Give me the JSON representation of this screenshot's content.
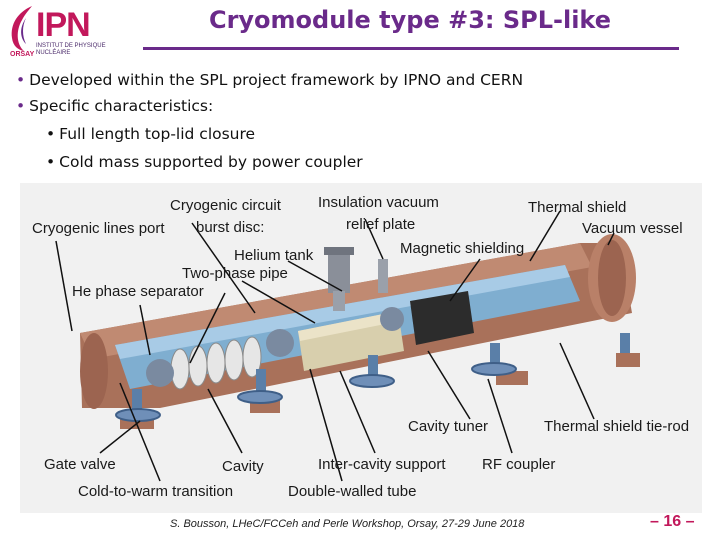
{
  "logo": {
    "name": "IPN",
    "subtitle": "INSTITUT DE PHYSIQUE NUCLÉAIRE",
    "city": "ORSAY"
  },
  "slide": {
    "title": "Cryomodule type #3: SPL-like",
    "bullets": [
      "Developed within the SPL project framework by IPNO and CERN",
      "Specific characteristics:"
    ],
    "sub_bullets": [
      "Full length top-lid closure",
      "Cold mass supported by power coupler"
    ],
    "bullet_marker": "•"
  },
  "diagram": {
    "labels": {
      "cryogenic_circuit": "Cryogenic circuit",
      "burst_disc": "burst disc:",
      "cryogenic_lines_port": "Cryogenic lines port",
      "insulation_vacuum": "Insulation vacuum",
      "relief_plate": "relief plate",
      "thermal_shield": "Thermal shield",
      "vacuum_vessel": "Vacuum vessel",
      "helium_tank": "Helium tank",
      "magnetic_shielding": "Magnetic shielding",
      "two_phase_pipe": "Two-phase pipe",
      "he_phase_separator": "He phase separator",
      "cavity_tuner": "Cavity tuner",
      "thermal_shield_tie_rod": "Thermal shield tie-rod",
      "gate_valve": "Gate valve",
      "cavity": "Cavity",
      "inter_cavity_support": "Inter-cavity support",
      "rf_coupler": "RF coupler",
      "cold_to_warm_transition": "Cold-to-warm transition",
      "double_walled_tube": "Double-walled tube"
    }
  },
  "footer": {
    "citation": "S. Bousson, LHeC/FCCeh and Perle Workshop, Orsay, 27-29 June 2018",
    "page": "– 16 –"
  },
  "colors": {
    "title": "#6a2a8a",
    "logo": "#c2185b",
    "vessel_copper": "#a9715a",
    "shield_blue": "#7faed0"
  }
}
